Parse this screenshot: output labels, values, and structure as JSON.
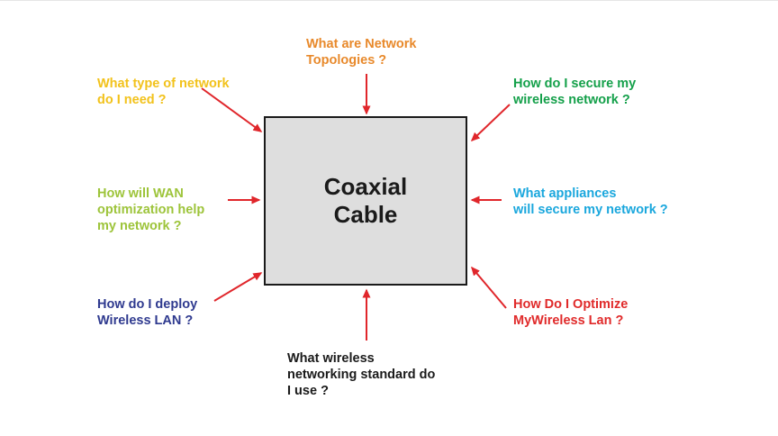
{
  "center": {
    "label": "Coaxial\nCable"
  },
  "questions": [
    {
      "id": "network-topologies",
      "text": "What are Network\nTopologies ?",
      "color": "#e8892b"
    },
    {
      "id": "network-type",
      "text": "What type of network\ndo I need ?",
      "color": "#f2c21b"
    },
    {
      "id": "secure-wireless",
      "text": "How do I secure my\nwireless network ?",
      "color": "#14a04a"
    },
    {
      "id": "wan-optimization",
      "text": "How will WAN\noptimization help\nmy network ?",
      "color": "#9dc43a"
    },
    {
      "id": "appliances",
      "text": "What appliances\nwill secure my network ?",
      "color": "#1aa7dd"
    },
    {
      "id": "deploy-wireless-lan",
      "text": "How do I deploy\nWireless LAN ?",
      "color": "#2f3a8f"
    },
    {
      "id": "optimize-wireless-lan",
      "text": "How Do I Optimize\nMyWireless Lan ?",
      "color": "#e02a2a"
    },
    {
      "id": "wireless-standard",
      "text": "What wireless\nnetworking standard do\nI use ?",
      "color": "#1a1a1a"
    }
  ],
  "arrow_color": "#e0262b"
}
